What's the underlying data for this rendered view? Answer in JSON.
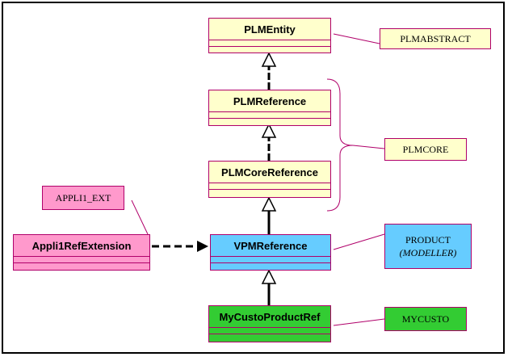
{
  "colors": {
    "entity_fill": "#ffffcc",
    "vpm_fill": "#66ccff",
    "ext_fill": "#ff99cc",
    "custo_fill": "#33cc33",
    "border": "#b0006a"
  },
  "classes": {
    "plm_entity": "PLMEntity",
    "plm_reference": "PLMReference",
    "plm_core_reference": "PLMCoreReference",
    "vpm_reference": "VPMReference",
    "appli1_ref_extension": "Appli1RefExtension",
    "my_custo_product_ref": "MyCustoProductRef"
  },
  "notes": {
    "plmabstract": "PLMABSTRACT",
    "plmcore": "PLMCORE",
    "product_line1": "PRODUCT",
    "product_line2": "(MODELLER)",
    "appli1_ext": "APPLI1_EXT",
    "mycusto": "MYCUSTO"
  }
}
